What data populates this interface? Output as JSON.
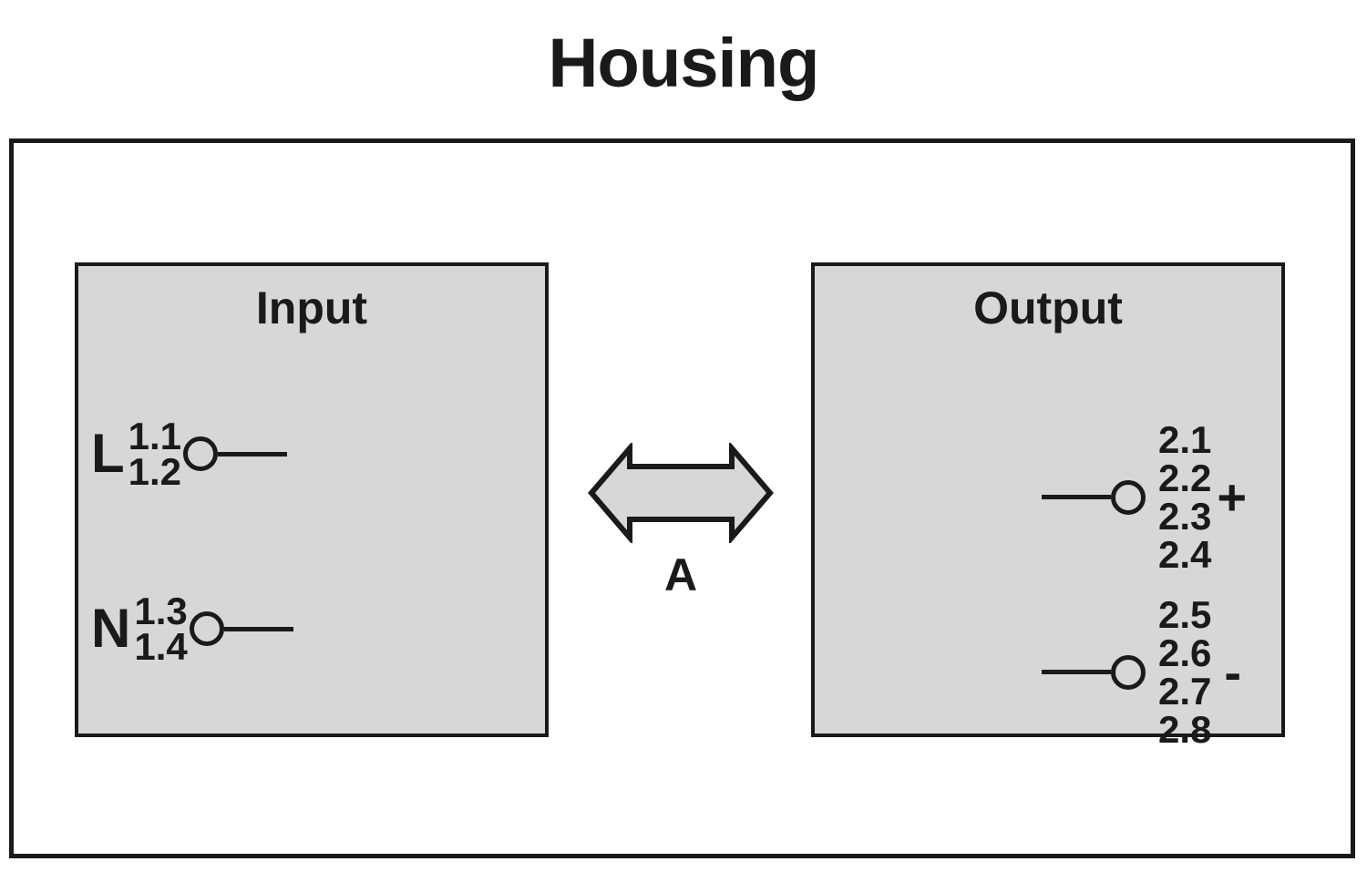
{
  "title": "Housing",
  "housing": {
    "label": "Housing",
    "border_color": "#1a1a1a",
    "fill_color": "#ffffff"
  },
  "blocks": {
    "input": {
      "heading": "Input",
      "fill_color": "#d6d7d8",
      "border_color": "#1a1a1a",
      "terminals": [
        {
          "phase": "L",
          "numbers": [
            "1.1",
            "1.2"
          ],
          "symbol": "terminal-circle-with-lead"
        },
        {
          "phase": "N",
          "numbers": [
            "1.3",
            "1.4"
          ],
          "symbol": "terminal-circle-with-lead"
        }
      ]
    },
    "output": {
      "heading": "Output",
      "fill_color": "#d6d7d8",
      "border_color": "#1a1a1a",
      "terminals": [
        {
          "numbers": [
            "2.1",
            "2.2",
            "2.3",
            "2.4"
          ],
          "polarity": "+",
          "symbol": "terminal-circle-with-lead"
        },
        {
          "numbers": [
            "2.5",
            "2.6",
            "2.7",
            "2.8"
          ],
          "polarity": "-",
          "symbol": "terminal-circle-with-lead"
        }
      ]
    }
  },
  "arrow": {
    "label": "A",
    "direction": "double-horizontal",
    "fill_color": "#d6d7d8",
    "border_color": "#1a1a1a"
  }
}
